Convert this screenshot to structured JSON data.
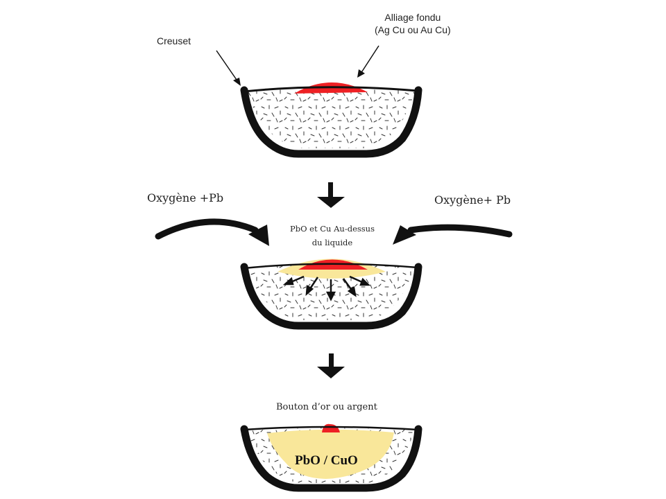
{
  "labels": {
    "crucible": "Creuset",
    "alloy_line1": "Alliage fondu",
    "alloy_line2": "(Ag Cu ou Au Cu)",
    "oxygen_left": "Oxygène +Pb",
    "oxygen_right": "Oxygène+ Pb",
    "pbo_cu_line1": "PbO et Cu Au-dessus",
    "pbo_cu_line2": "du liquide",
    "button": "Bouton d’or ou argent",
    "pbo_cuo": "PbO / CuO"
  },
  "colors": {
    "alloy": "#ee2024",
    "oxide": "#f9e79a",
    "crucible": "#111111",
    "background": "#ffffff"
  },
  "stages": [
    {
      "name": "molten-alloy-in-crucible"
    },
    {
      "name": "oxidation-absorption"
    },
    {
      "name": "final-button"
    }
  ]
}
